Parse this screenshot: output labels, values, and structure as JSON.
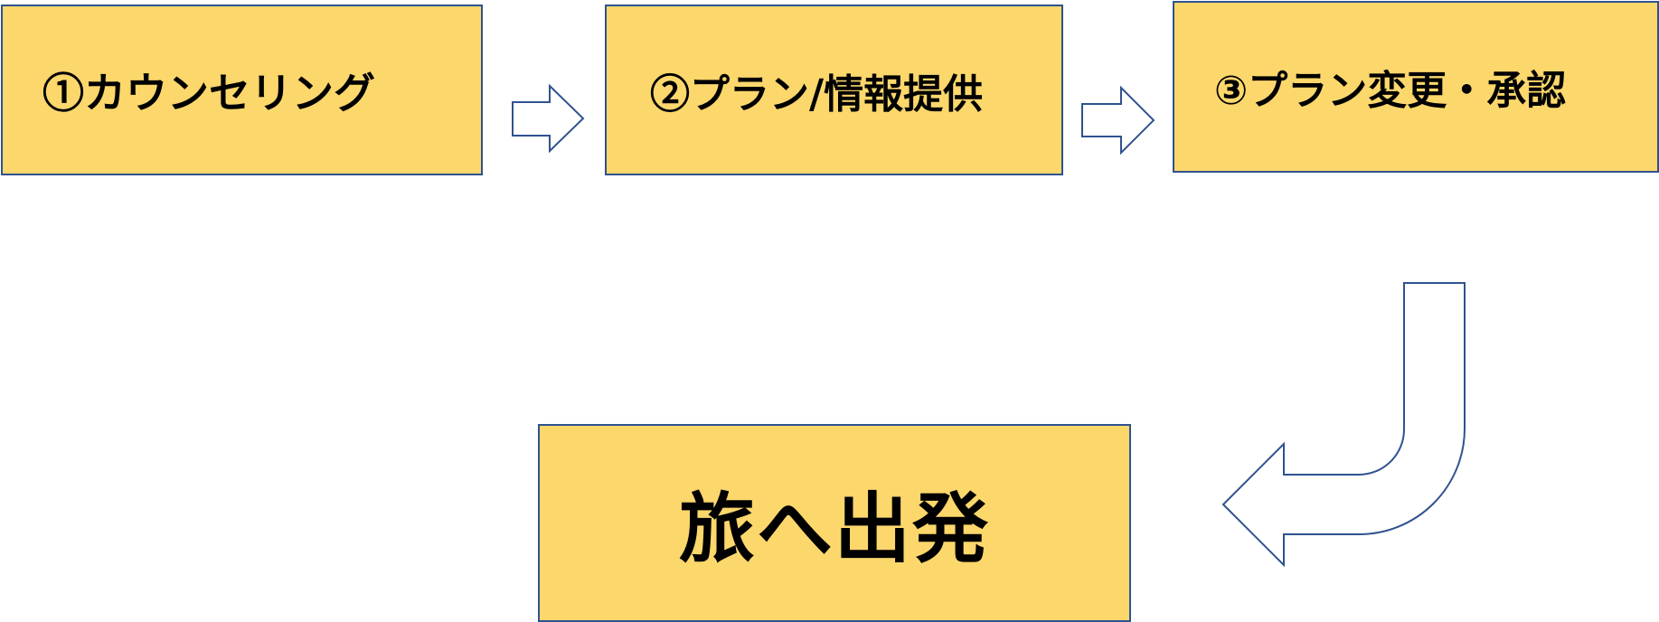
{
  "steps": [
    {
      "label": "①カウンセリング"
    },
    {
      "label": "②プラン/情報提供"
    },
    {
      "label": "③プラン変更・承認"
    }
  ],
  "final": {
    "label": "旅へ出発"
  },
  "colors": {
    "box_fill": "#fcd76c",
    "outline": "#2f528f",
    "arrow_fill": "#ffffff",
    "text": "#000000"
  },
  "icons": [
    "right-arrow-icon",
    "right-arrow-icon",
    "bent-down-left-arrow-icon"
  ]
}
